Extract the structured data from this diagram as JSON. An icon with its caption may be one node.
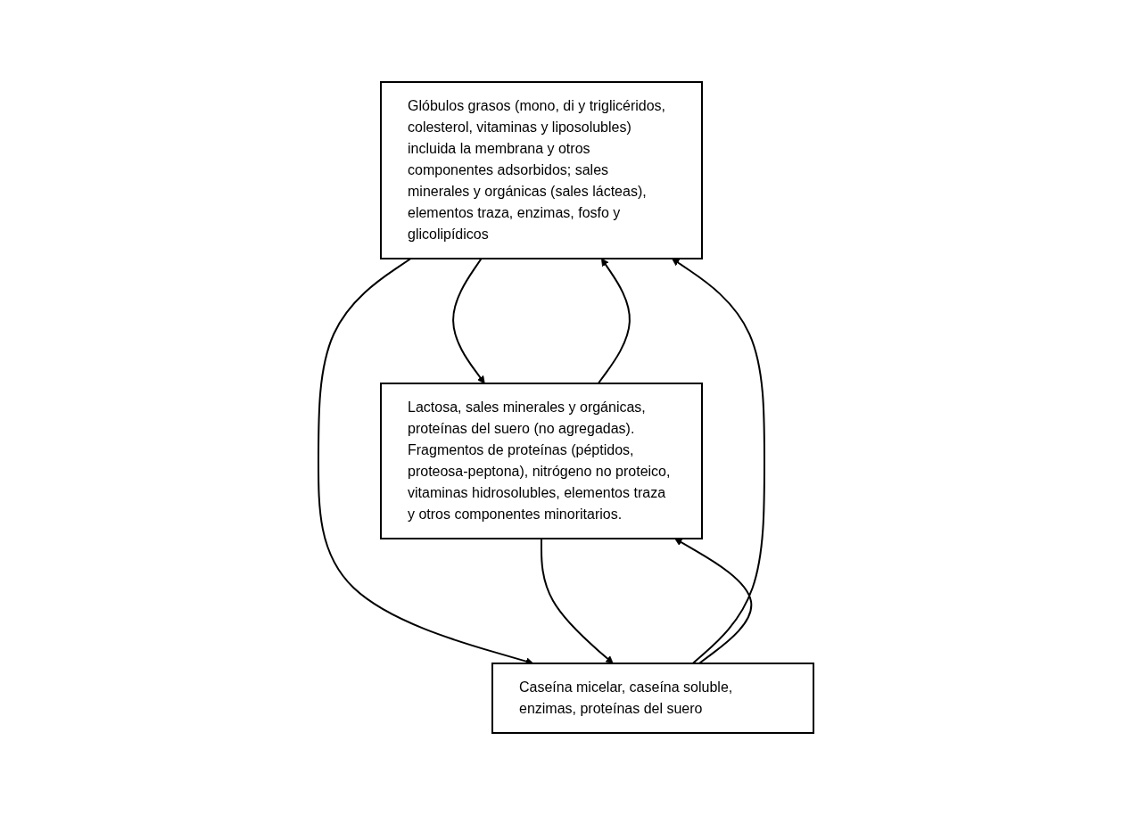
{
  "diagram": {
    "nodes": [
      {
        "text": [
          "Glóbulos grasos (mono, di y triglicéridos, colesterol, vitaminas y liposolubles) incluida la membrana y otros componentes adsorbidos; sales minerales y orgánicas (sales lácteas), elementos traza, enzimas, fosfo y glicolipídicos"
        ]
      },
      {
        "text": [
          "Lactosa, sales minerales y orgánicas, proteínas del suero (no agregadas). Fragmentos de proteínas (péptidos, proteosa-peptona), nitrógeno no proteico, vitaminas hidrosolubles, elementos traza y otros componentes minoritarios."
        ]
      },
      {
        "text": [
          "Caseína micelar, caseína soluble, enzimas, proteínas del suero"
        ]
      }
    ],
    "edges": [
      {
        "from": 0,
        "to": 1,
        "arrow": "to"
      },
      {
        "from": 1,
        "to": 0,
        "arrow": "to"
      },
      {
        "from": 2,
        "to": 0,
        "arrow": "to"
      },
      {
        "from": 0,
        "to": 2,
        "arrow": "to"
      },
      {
        "from": 1,
        "to": 2,
        "arrow": "to"
      },
      {
        "from": 2,
        "to": 1,
        "arrow": "to"
      }
    ]
  }
}
